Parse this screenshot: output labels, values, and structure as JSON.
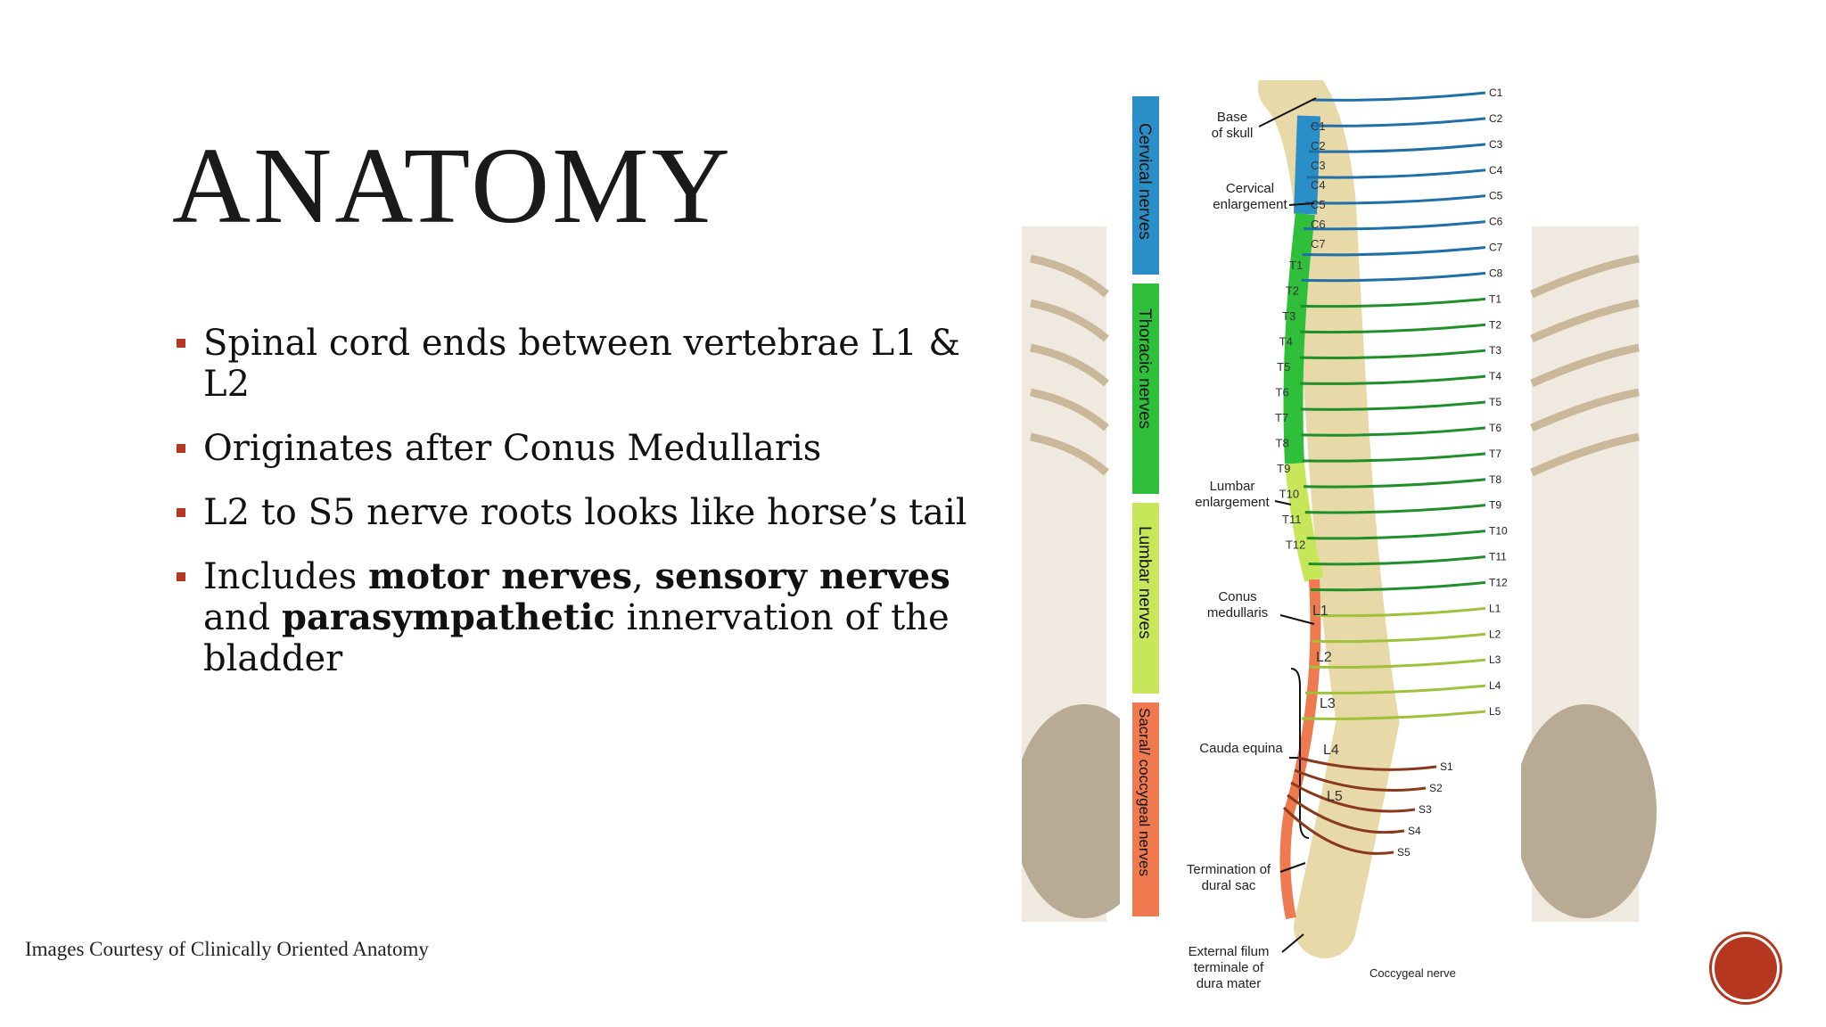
{
  "slide": {
    "title": "ANATOMY",
    "bullets": [
      {
        "text": "Spinal cord ends between vertebrae L1 & L2"
      },
      {
        "text": "Originates after Conus Medullaris"
      },
      {
        "text": "L2 to S5 nerve roots looks like horse’s tail"
      },
      {
        "pre": "Includes ",
        "b1": "motor nerves",
        "mid1": ", ",
        "b2": "sensory nerves",
        "mid2": " and ",
        "b3": "parasympathetic",
        "post": " innervation of the bladder"
      }
    ],
    "credit": "Images Courtesy of Clinically Oriented Anatomy"
  },
  "figure": {
    "regions": {
      "cervical": {
        "label": "Cervical nerves",
        "color": "#2a8fc7"
      },
      "thoracic": {
        "label": "Thoracic nerves",
        "color": "#2fbf3a"
      },
      "lumbar": {
        "label": "Lumbar nerves",
        "color": "#c8e65a"
      },
      "sacral": {
        "label": "Sacral/ coccygeal nerves",
        "color": "#f07a4f"
      }
    },
    "annotations": {
      "base_skull_1": "Base",
      "base_skull_2": "of skull",
      "cervical_enl_1": "Cervical",
      "cervical_enl_2": "enlargement",
      "lumbar_enl_1": "Lumbar",
      "lumbar_enl_2": "enlargement",
      "conus_1": "Conus",
      "conus_2": "medullaris",
      "cauda": "Cauda equina",
      "dural_1": "Termination of",
      "dural_2": "dural sac",
      "filum_1": "External filum",
      "filum_2": "terminale of",
      "filum_3": "dura mater",
      "coccygeal": "Coccygeal nerve"
    },
    "nerves": [
      "C1",
      "C2",
      "C3",
      "C4",
      "C5",
      "C6",
      "C7",
      "C8",
      "T1",
      "T2",
      "T3",
      "T4",
      "T5",
      "T6",
      "T7",
      "T8",
      "T9",
      "T10",
      "T11",
      "T12",
      "L1",
      "L2",
      "L3",
      "L4",
      "L5",
      "S1",
      "S2",
      "S3",
      "S4",
      "S5"
    ],
    "vertebrae": [
      "C1",
      "C2",
      "C3",
      "C4",
      "C5",
      "C6",
      "C7",
      "T1",
      "T2",
      "T3",
      "T4",
      "T5",
      "T6",
      "T7",
      "T8",
      "T9",
      "T10",
      "T11",
      "T12",
      "L1",
      "L2",
      "L3",
      "L4",
      "L5"
    ]
  }
}
